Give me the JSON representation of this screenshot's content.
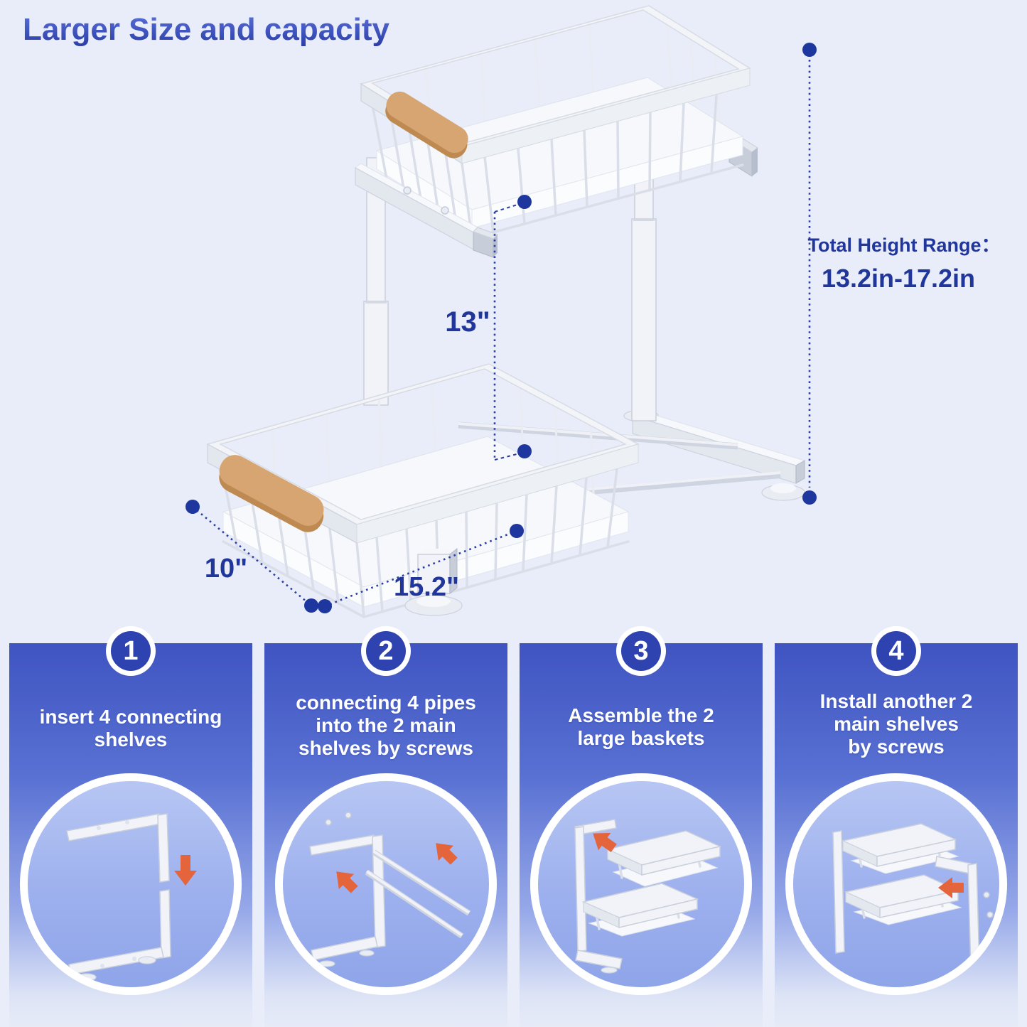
{
  "header": {
    "title": "Larger Size and capacity"
  },
  "product": {
    "tier_gap": "13\"",
    "width": "10\"",
    "depth": "15.2\"",
    "total_height_label": "Total Height Range：",
    "total_height_value": "13.2in-17.2in"
  },
  "steps": [
    {
      "number": "1",
      "text": "insert 4 connecting\nshelves"
    },
    {
      "number": "2",
      "text": "connecting 4 pipes\ninto the 2 main\nshelves by screws"
    },
    {
      "number": "3",
      "text": "Assemble the 2\nlarge baskets"
    },
    {
      "number": "4",
      "text": "Install another 2\nmain shelves\nby screws"
    }
  ],
  "palette": {
    "background": "#e9edf9",
    "title_blue": "#3a50c4",
    "dimension_blue": "#20369b",
    "panel_gradient_top": "#3f54c1",
    "panel_gradient_bottom": "#e7ebf8",
    "badge_blue": "#2e42b0",
    "circle_fill": "#a9bbef",
    "arrow_orange": "#e4643c",
    "wood_handle": "#d7a572",
    "metal_white": "#f1f3f8"
  }
}
